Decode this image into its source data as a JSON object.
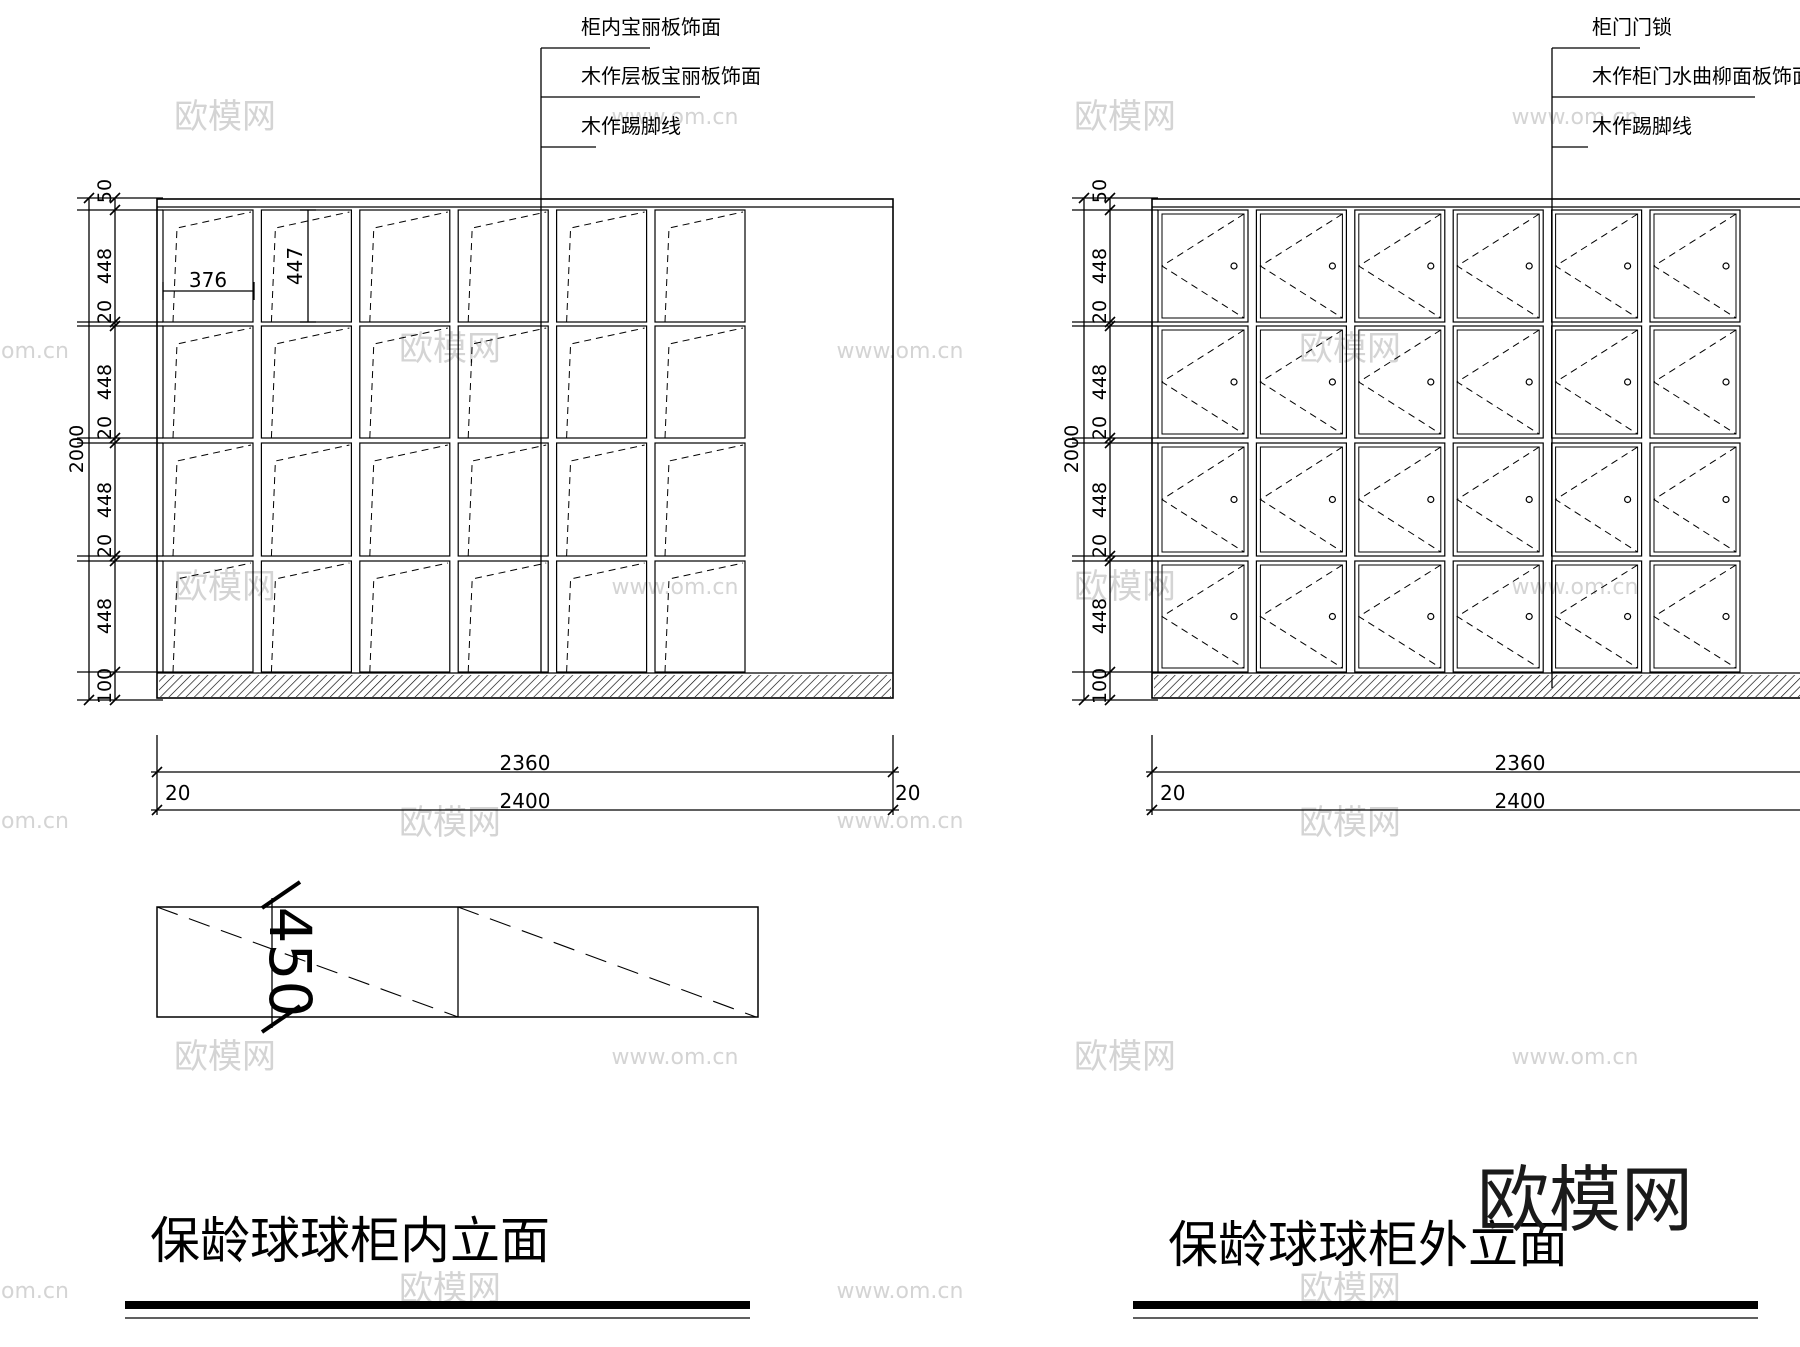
{
  "left_elevation": {
    "title": "保龄球球柜内立面",
    "labels": [
      "柜内宝丽板饰面",
      "木作层板宝丽板饰面",
      "木作踢脚线"
    ],
    "cell_width": "376",
    "cell_height": "447"
  },
  "right_elevation": {
    "title": "保龄球球柜外立面",
    "labels": [
      "柜门门锁",
      "木作柜门水曲柳面板饰面",
      "木作踢脚线"
    ]
  },
  "dimensions": {
    "total_height": "2000",
    "top_band": "50",
    "row_height": "448",
    "shelf": "20",
    "plinth": "100",
    "inner_width": "2360",
    "outer_width": "2400",
    "side": "20"
  },
  "plan": {
    "depth": "450"
  },
  "watermarks": {
    "brand": "欧模网",
    "url": "www.om.cn",
    "url_fragment": "om.cn"
  }
}
